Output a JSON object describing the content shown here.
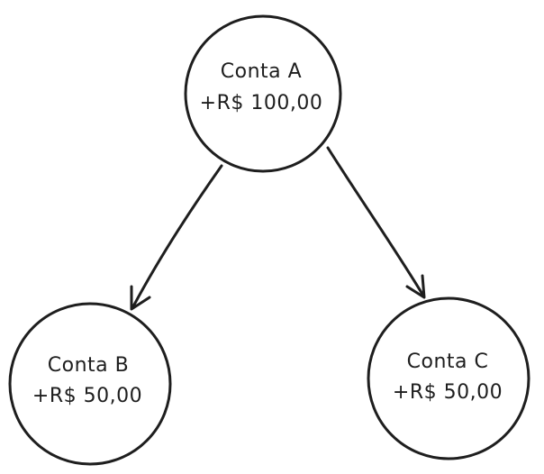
{
  "colors": {
    "stroke": "#1e1e1e",
    "background": "#ffffff"
  },
  "nodes": [
    {
      "id": "a",
      "name": "Conta A",
      "amount": "+R$ 100,00"
    },
    {
      "id": "b",
      "name": "Conta B",
      "amount": "+R$ 50,00"
    },
    {
      "id": "c",
      "name": "Conta C",
      "amount": "+R$ 50,00"
    }
  ],
  "edges": [
    {
      "from": "a",
      "to": "b"
    },
    {
      "from": "a",
      "to": "c"
    }
  ]
}
